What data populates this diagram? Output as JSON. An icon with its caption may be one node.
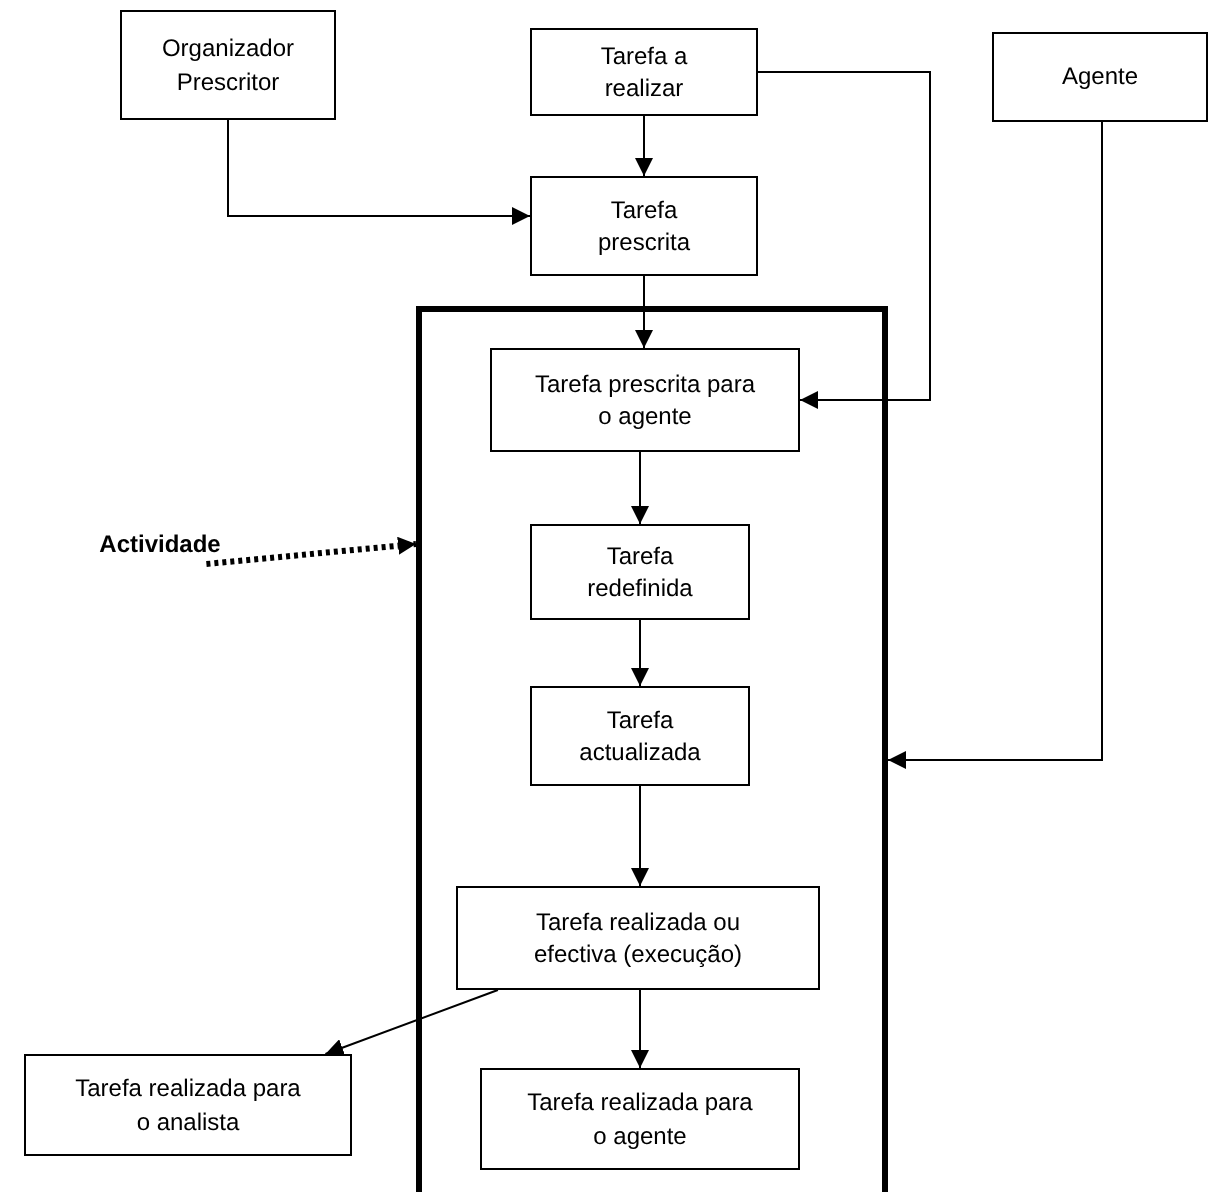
{
  "diagram": {
    "nodes": [
      {
        "text": [
          "Organizador Prescritor"
        ]
      },
      {
        "text": [
          "Tarefa a realizar"
        ]
      },
      {
        "text": [
          "Agente"
        ]
      },
      {
        "text": [
          "Tarefa prescrita"
        ]
      },
      {
        "text": [
          "Actividade"
        ]
      },
      {
        "text": [],
        "shape": "box"
      },
      {
        "text": [
          "Tarefa prescrita para o agente"
        ],
        "in": 5
      },
      {
        "text": [
          "Tarefa redefinida"
        ],
        "in": 5
      },
      {
        "text": [
          "Tarefa actualizada"
        ],
        "in": 5
      },
      {
        "text": [
          "Tarefa realizada ou efectiva (execução)"
        ],
        "in": 5
      },
      {
        "text": [
          "Tarefa realizada para o analista"
        ]
      },
      {
        "text": [
          "Tarefa realizada para o agente"
        ],
        "in": 5
      }
    ],
    "edges": [
      {
        "from": 1,
        "to": 3,
        "arrow": "to"
      },
      {
        "from": 0,
        "to": 3,
        "arrow": "to"
      },
      {
        "from": 1,
        "to": 6,
        "arrow": "to"
      },
      {
        "from": 3,
        "to": 6,
        "arrow": "to"
      },
      {
        "from": 2,
        "to": 5,
        "arrow": "to"
      },
      {
        "from": 4,
        "to": 5,
        "arrow": "to",
        "style": "dashed"
      },
      {
        "from": 6,
        "to": 7,
        "arrow": "to"
      },
      {
        "from": 7,
        "to": 8,
        "arrow": "to"
      },
      {
        "from": 8,
        "to": 9,
        "arrow": "to"
      },
      {
        "from": 9,
        "to": 11,
        "arrow": "to"
      },
      {
        "from": 9,
        "to": 10,
        "arrow": "to"
      }
    ]
  }
}
